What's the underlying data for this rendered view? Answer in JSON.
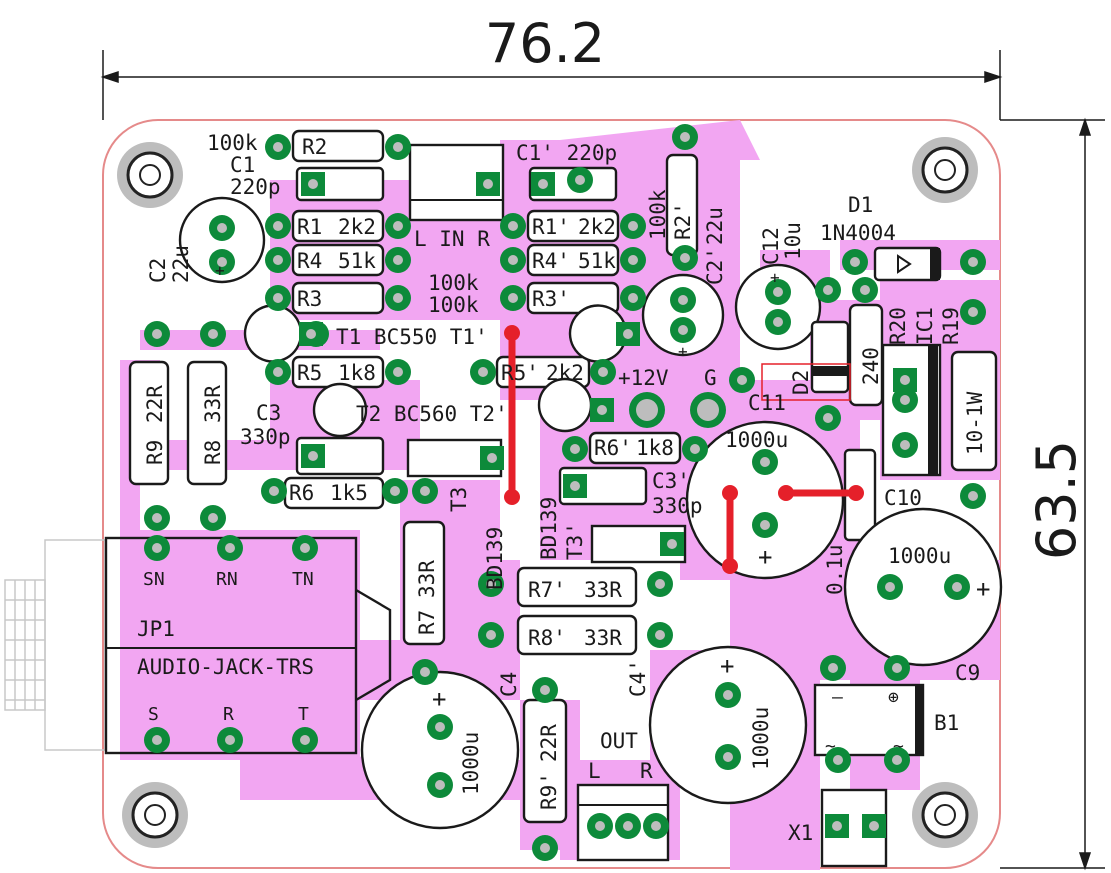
{
  "dimensions": {
    "width": "76.2",
    "height": "63.5"
  },
  "colors": {
    "copper": "#f2a6f2",
    "pad": "#0d8a3a",
    "jumper": "#e5202a",
    "outline": "#e58a8a"
  },
  "labels": {
    "r2_val": "100k",
    "r2": "R2",
    "c1": "C1",
    "c1_val": "220p",
    "r1": "R1",
    "r1_val": "2k2",
    "r4": "R4",
    "r4_val": "51k",
    "r3": "R3",
    "c2": "C2",
    "c2_val": "22u",
    "lin": "L IN R",
    "c1p_val": "C1' 220p",
    "r1p": "R1'",
    "r1p_val": "2k2",
    "r4p": "R4'",
    "r4p_val": "51k",
    "r3p": "R3'",
    "r3_val": "100k",
    "r3p_val": "100k",
    "r2p": "R2'",
    "r2p_val": "100k",
    "c2p": "C2'",
    "c2p_val": "22u",
    "c12": "C12",
    "c12_val": "10u",
    "d1": "D1",
    "d1_val": "1N4004",
    "t1": "T1 BC550 T1'",
    "r5": "R5",
    "r5_val": "1k8",
    "r5p": "R5'",
    "r5p_val": "2k2",
    "v12": "+12V",
    "g": "G",
    "d2": "D2",
    "r20": "R20",
    "r20_val": "240",
    "ic1": "IC1",
    "r19": "R19",
    "r19_val": "10-1W",
    "c11": "C11",
    "c11_val": "1000u",
    "r9": "R9",
    "r9_val": "22R",
    "r8": "R8",
    "r8_val": "33R",
    "c3": "C3",
    "c3_val": "330p",
    "t2": "T2 BC560 T2'",
    "r6": "R6",
    "r6_val": "1k5",
    "r6p": "R6'",
    "r6p_val": "1k8",
    "c3p": "C3'",
    "c3p_val": "330p",
    "t3": "T3",
    "bd139": "BD139",
    "t3p": "T3'",
    "c10": "C10",
    "c10_val": "0.1u",
    "c9_val": "1000u",
    "c9": "C9",
    "sn": "SN",
    "rn": "RN",
    "tn": "TN",
    "jp1": "JP1",
    "jack": "AUDIO-JACK-TRS",
    "s": "S",
    "r": "R",
    "t": "T",
    "r7": "R7",
    "r7_val": "33R",
    "r7p": "R7'",
    "r7p_val": "33R",
    "r8p": "R8'",
    "r8p_val": "33R",
    "c4": "C4",
    "c4_val": "1000u",
    "c4p": "C4'",
    "c4p_val": "1000u",
    "r9p": "R9'",
    "r9p_val": "22R",
    "out": "OUT",
    "l": "L",
    "rr": "R",
    "b1": "B1",
    "b1_minus": "–",
    "b1_plus": "⊕",
    "b1_ac": "~",
    "x1": "X1",
    "plus": "+"
  }
}
